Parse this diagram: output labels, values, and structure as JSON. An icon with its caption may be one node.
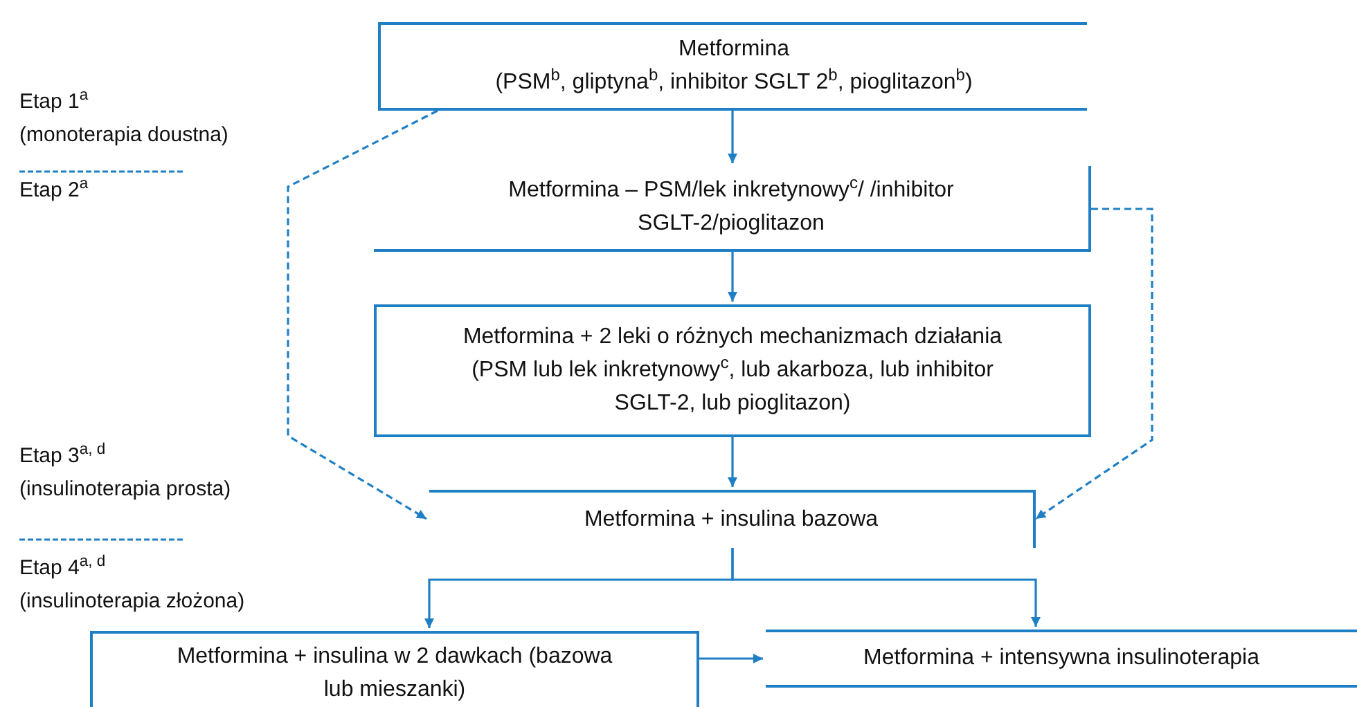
{
  "diagram": {
    "nodes": [
      {
        "text": [
          "Metformina",
          "(PSM$^{b}$, gliptyna$^{b}$, inhibitor SGLT 2$^{b}$, pioglitazon$^{b}$)"
        ]
      },
      {
        "text": [
          "Metformina – PSM/lek inkretynowy$^{c}$/ /inhibitor SGLT-2/pioglitazon"
        ]
      },
      {
        "text": [
          "Metformina + 2 leki o różnych mechanizmach działania (PSM lub lek inkretynowy$^{c}$, lub akarboza, lub inhibitor SGLT-2, lub pioglitazon)"
        ]
      },
      {
        "text": [
          "Metformina + insulina bazowa"
        ]
      },
      {
        "text": [
          "Metformina + insulina w 2 dawkach (bazowa lub mieszanki)"
        ]
      },
      {
        "text": [
          "Metformina + intensywna insulinoterapia"
        ]
      }
    ],
    "edges": [
      {
        "from": 0,
        "to": 1,
        "arrow": "to"
      },
      {
        "from": 1,
        "to": 2,
        "arrow": "to"
      },
      {
        "from": 2,
        "to": 3,
        "arrow": "to"
      },
      {
        "from": 0,
        "to": 3,
        "arrow": "to",
        "style": "dashed"
      },
      {
        "from": 1,
        "to": 3,
        "arrow": "to",
        "style": "dashed"
      },
      {
        "from": 3,
        "to": 4,
        "arrow": "to"
      },
      {
        "from": 3,
        "to": 5,
        "arrow": "to"
      },
      {
        "from": 4,
        "to": 5,
        "arrow": "to"
      }
    ],
    "labels": [
      "Etap 1$^{a}$",
      "(monoterapia doustna)",
      "Etap 2$^{a}$",
      "Etap 3$^{a, d}$",
      "(insulinoterapia prosta)",
      "Etap 4$^{a, d}$",
      "(insulinoterapia złożona)"
    ]
  }
}
